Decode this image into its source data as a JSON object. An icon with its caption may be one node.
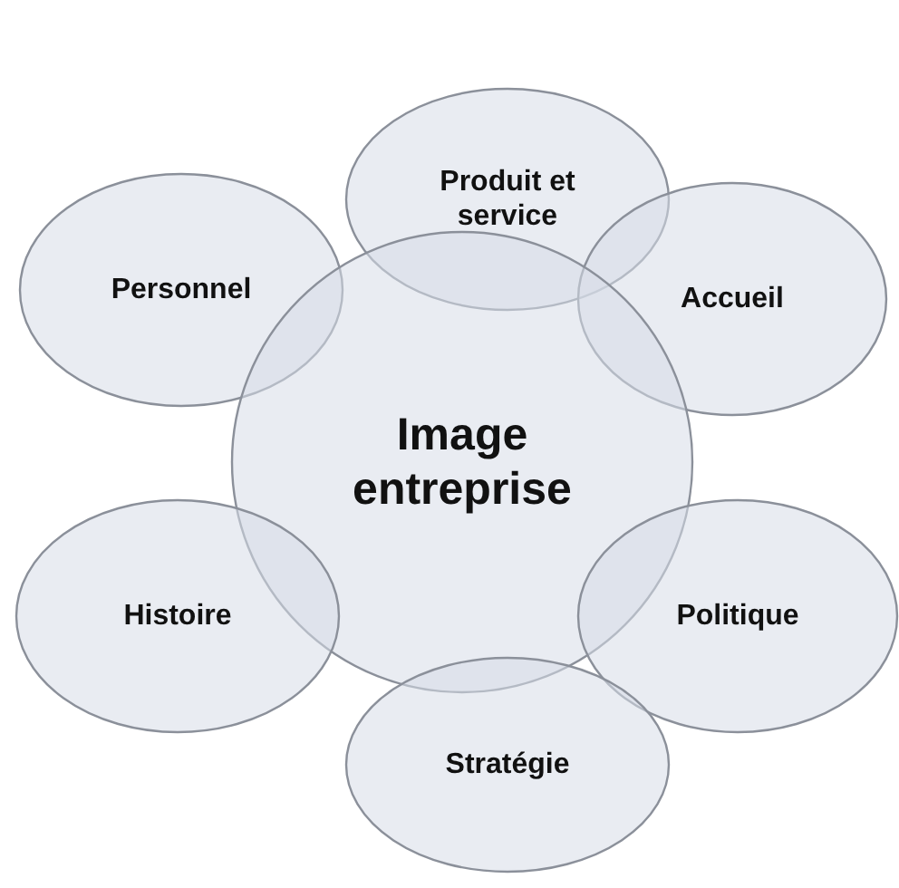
{
  "diagram": {
    "nodes": [
      {
        "text": [
          "Produit et service"
        ]
      },
      {
        "text": [
          "Personnel"
        ]
      },
      {
        "text": [
          "Accueil"
        ]
      },
      {
        "text": [
          "Image entreprise"
        ]
      },
      {
        "text": [
          "Histoire"
        ]
      },
      {
        "text": [
          "Politique"
        ]
      },
      {
        "text": [
          "Stratégie"
        ]
      }
    ]
  }
}
